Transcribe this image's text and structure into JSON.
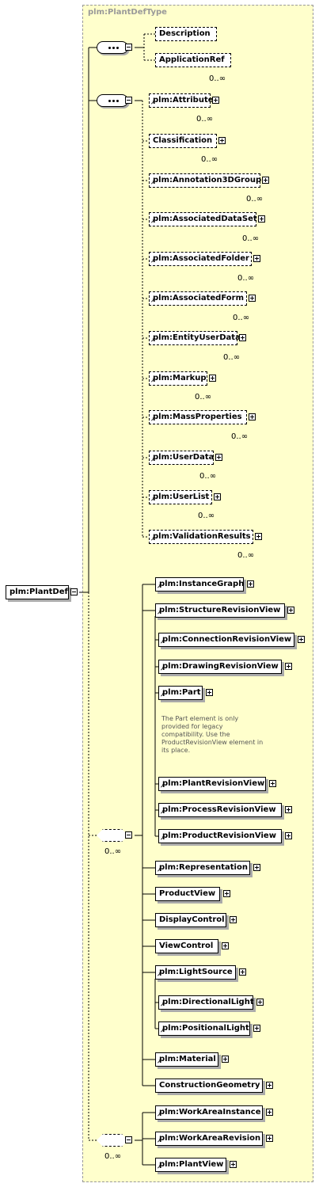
{
  "type_label": "plm:PlantDefType",
  "root": {
    "label": "plm:PlantDef"
  },
  "seq1": {
    "description": "Description",
    "application_ref": "ApplicationRef",
    "application_ref_card": "0..∞"
  },
  "seq2": [
    {
      "label": "plm:Attribute",
      "card": "0..∞"
    },
    {
      "label": "Classification",
      "card": "0..∞"
    },
    {
      "label": "plm:Annotation3DGroup",
      "card": "0..∞"
    },
    {
      "label": "plm:AssociatedDataSet",
      "card": "0..∞"
    },
    {
      "label": "plm:AssociatedFolder",
      "card": "0..∞"
    },
    {
      "label": "plm:AssociatedForm",
      "card": "0..∞"
    },
    {
      "label": "plm:EntityUserData",
      "card": "0..∞"
    },
    {
      "label": "plm:Markup",
      "card": "0..∞"
    },
    {
      "label": "plm:MassProperties",
      "card": "0..∞"
    },
    {
      "label": "plm:UserData",
      "card": "0..∞"
    },
    {
      "label": "plm:UserList",
      "card": "0..∞"
    },
    {
      "label": "plm:ValidationResults",
      "card": "0..∞"
    }
  ],
  "choice1": {
    "card": "0..∞",
    "instance_graph": "plm:InstanceGraph",
    "structure_revision_view": "plm:StructureRevisionView",
    "connection_revision_view": "plm:ConnectionRevisionView",
    "drawing_revision_view": "plm:DrawingRevisionView",
    "part": "plm:Part",
    "part_note": "The Part element is only provided for legacy compatibility. Use the ProductRevisionView element in its place.",
    "plant_revision_view": "plm:PlantRevisionView",
    "process_revision_view": "plm:ProcessRevisionView",
    "product_revision_view": "plm:ProductRevisionView",
    "representation": "plm:Representation",
    "product_view": "ProductView",
    "display_control": "DisplayControl",
    "view_control": "ViewControl",
    "light_source": "plm:LightSource",
    "directional_light": "plm:DirectionalLight",
    "positional_light": "plm:PositionalLight",
    "material": "plm:Material",
    "construction_geometry": "ConstructionGeometry"
  },
  "choice2": {
    "card": "0..∞",
    "work_area_instance": "plm:WorkAreaInstance",
    "work_area_revision": "plm:WorkAreaRevision",
    "plant_view": "plm:PlantView"
  }
}
